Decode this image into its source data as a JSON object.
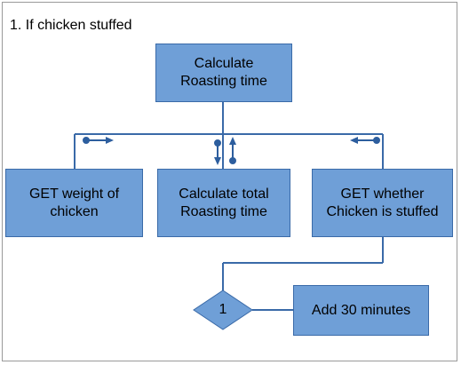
{
  "caption": "1. If chicken stuffed",
  "boxes": {
    "calculate_roasting_time": "Calculate\nRoasting time",
    "get_weight": "GET weight of\nchicken",
    "calculate_total": "Calculate total\nRoasting time",
    "get_stuffed": "GET whether\nChicken is stuffed",
    "add_30": "Add 30 minutes"
  },
  "decision": "1",
  "colors": {
    "box_fill": "#6f9fd7",
    "box_border": "#3a6aa8",
    "line": "#3a6aa8",
    "arrow": "#2d5e9e"
  }
}
